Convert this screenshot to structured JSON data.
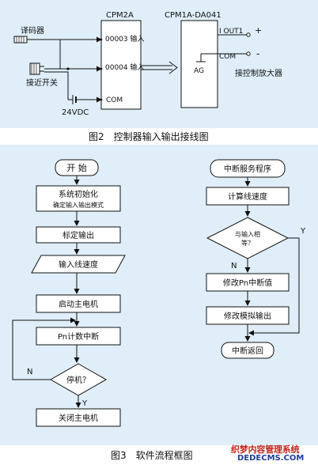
{
  "figure2": {
    "caption": "图2　控制器输入输出接线图",
    "plc_title": "CPM2A",
    "da_title": "CPM1A-DA041",
    "encoder_label": "译码器",
    "proximity_label": "接近开关",
    "supply_label": "24VDC",
    "input1_label": "00003 输入",
    "input2_label": "00004 输入",
    "com_label": "COM",
    "iout_label": "I OUT1",
    "da_com_label": "COM",
    "ag_label": "AG",
    "plus_label": "+",
    "minus_label": "-",
    "amp_label": "接控制放大器"
  },
  "figure3": {
    "caption": "图3　软件流程框图",
    "main_flow": {
      "start": "开 始",
      "init_line1": "系统初始化",
      "init_line2": "确定输入输出模式",
      "calibrate": "标定输出",
      "input_speed": "输入线速度",
      "start_motor": "启动主电机",
      "pn_count_interrupt": "Pn计数中断",
      "stop_decision": "停机？",
      "no_label": "N",
      "yes_label": "Y",
      "stop_motor": "关闭主电机"
    },
    "isr_flow": {
      "isr_title": "中断服务程序",
      "calc_speed": "计算线速度",
      "compare_line1": "与输入相",
      "compare_line2": "等？",
      "no_label": "N",
      "yes_label": "Y",
      "modify_pn": "修改Pn中断值",
      "modify_analog": "修改模拟输出",
      "isr_return": "中断返回"
    }
  },
  "watermark": {
    "line1": "织梦内容管理系统",
    "line2": "DEDECMS.COM"
  }
}
